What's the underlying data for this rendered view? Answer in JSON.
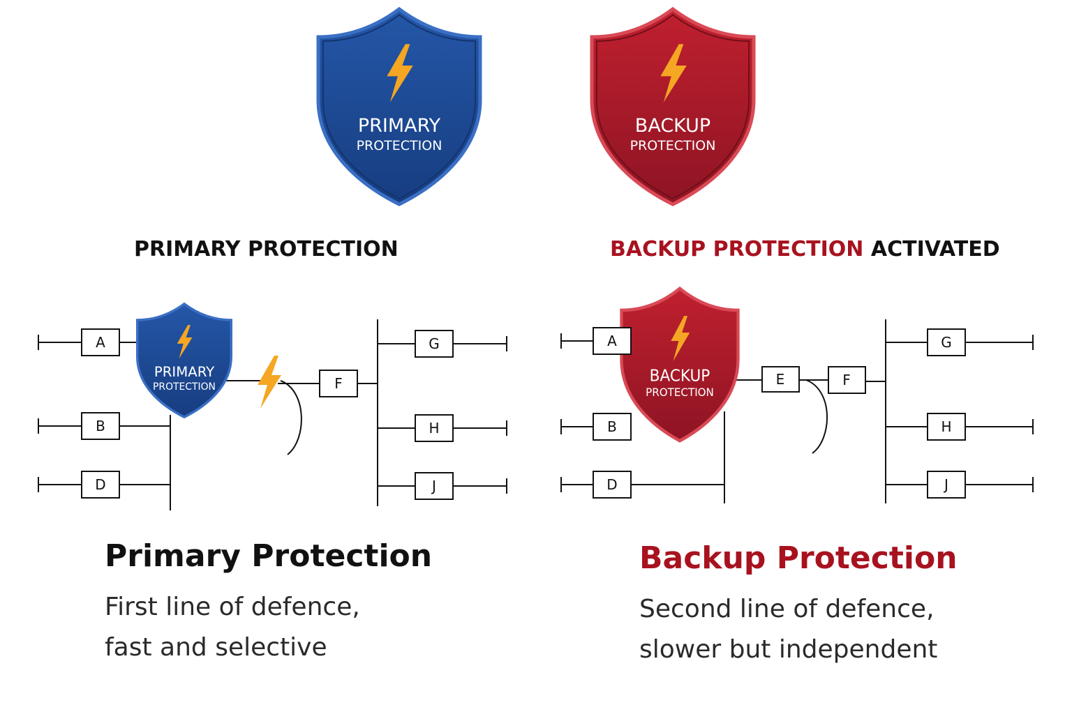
{
  "colors": {
    "primary_blue": "#1f4e9c",
    "primary_blue_dark": "#173d80",
    "backup_red": "#b01c2e",
    "backup_red_dark": "#8e1423",
    "bolt": "#f5a623",
    "heading_red": "#a8121f",
    "line": "#111111"
  },
  "badges": {
    "primary": {
      "line1": "PRIMARY",
      "line2": "PROTECTION",
      "icon": "lightning-bolt-icon"
    },
    "backup": {
      "line1": "BACKUP",
      "line2": "PROTECTION",
      "icon": "lightning-bolt-icon"
    }
  },
  "headings": {
    "primary": "PRIMARY PROTECTION",
    "backup_red": "BACKUP PROTECTION",
    "backup_black": "ACTIVATED"
  },
  "left_diagram": {
    "boxes": {
      "a": "A",
      "b": "B",
      "d": "D",
      "f": "F",
      "g": "G",
      "h": "H",
      "j": "J"
    },
    "shield": {
      "line1": "PRIMARY",
      "line2": "PROTECTION"
    },
    "fault_icon": "lightning-bolt-icon"
  },
  "right_diagram": {
    "boxes": {
      "a": "A",
      "b": "B",
      "d": "D",
      "e": "E",
      "f": "F",
      "g": "G",
      "h": "H",
      "j": "J"
    },
    "shield": {
      "line1": "BACKUP",
      "line2": "PROTECTION"
    }
  },
  "captions": {
    "primary": {
      "title_bold": "Primary",
      "title_rest": "Protection",
      "line1": "First line of defence,",
      "line2": "fast and selective"
    },
    "backup": {
      "title": "Backup Protection",
      "line1": "Second line of defence,",
      "line2": "slower but independent"
    }
  }
}
